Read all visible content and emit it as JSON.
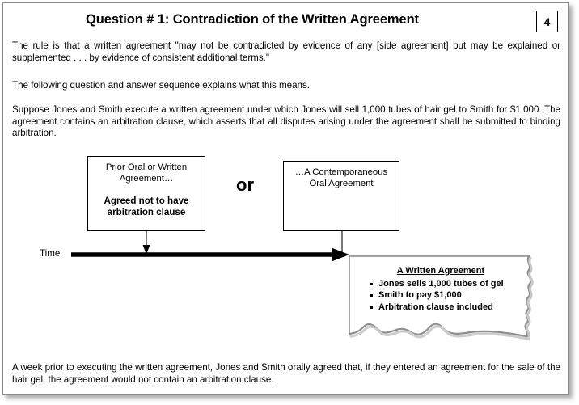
{
  "slide": {
    "title": "Question # 1: Contradiction of the Written Agreement",
    "page_number": "4",
    "paragraphs": {
      "rule": "The rule is that a written agreement \"may not be contradicted by evidence of any [side agreement] but may be explained or supplemented . . . by evidence of consistent additional terms.\"",
      "intro": "The following question and answer sequence explains what this means.",
      "facts": "Suppose Jones and Smith execute a written agreement under which Jones will sell 1,000 tubes of hair gel to Smith for $1,000. The agreement contains an arbitration clause, which asserts that all disputes arising under the agreement shall be submitted to binding arbitration.",
      "bottom": "A week prior to executing the written agreement, Jones and Smith orally agreed that, if they entered an agreement for the sale of the hair gel, the agreement would not contain an arbitration clause."
    },
    "diagram": {
      "prior_box": {
        "top_text": "Prior Oral or Written Agreement…",
        "bold_text": "Agreed not to have arbitration clause"
      },
      "or_label": "or",
      "contemporaneous_box": {
        "top_text": "…A Contemporaneous Oral Agreement"
      },
      "time_label": "Time",
      "written_document": {
        "title": "A Written Agreement",
        "bullets": [
          "Jones sells 1,000 tubes of gel",
          "Smith to pay $1,000",
          "Arbitration clause included"
        ]
      }
    },
    "colors": {
      "text": "#000000",
      "frame_border": "#8a8a8a",
      "torn_edge": "#9a9a9a",
      "background": "#ffffff"
    }
  }
}
